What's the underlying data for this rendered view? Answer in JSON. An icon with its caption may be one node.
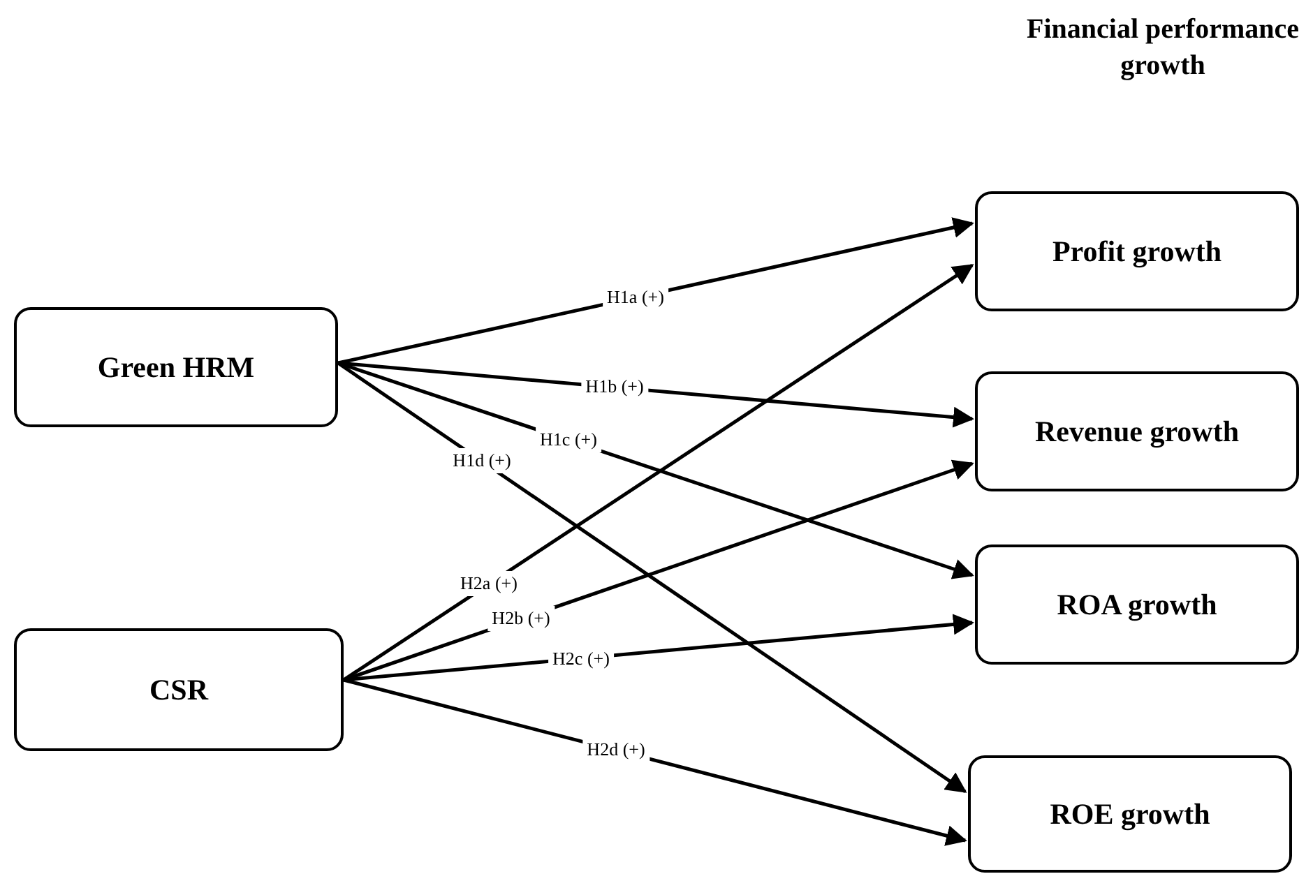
{
  "diagram": {
    "title": "Financial performance growth",
    "nodes": [
      {
        "text": [
          "Green HRM"
        ]
      },
      {
        "text": [
          "CSR"
        ]
      },
      {
        "text": [
          "Profit growth"
        ]
      },
      {
        "text": [
          "Revenue growth"
        ]
      },
      {
        "text": [
          "ROA growth"
        ]
      },
      {
        "text": [
          "ROE growth"
        ]
      }
    ],
    "edges": [
      {
        "from": 0,
        "to": 2,
        "arrow": "to",
        "label": "H1a (+)"
      },
      {
        "from": 0,
        "to": 3,
        "arrow": "to",
        "label": "H1b (+)"
      },
      {
        "from": 0,
        "to": 4,
        "arrow": "to",
        "label": "H1c (+)"
      },
      {
        "from": 0,
        "to": 5,
        "arrow": "to",
        "label": "H1d (+)"
      },
      {
        "from": 1,
        "to": 2,
        "arrow": "to",
        "label": "H2a (+)"
      },
      {
        "from": 1,
        "to": 3,
        "arrow": "to",
        "label": "H2b (+)"
      },
      {
        "from": 1,
        "to": 4,
        "arrow": "to",
        "label": "H2c (+)"
      },
      {
        "from": 1,
        "to": 5,
        "arrow": "to",
        "label": "H2d (+)"
      }
    ]
  }
}
